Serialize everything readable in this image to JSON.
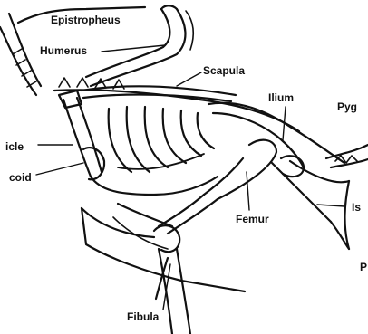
{
  "labels": {
    "epistropheus": "Epistropheus",
    "humerus": "Humerus",
    "scapula": "Scapula",
    "ilium": "Ilium",
    "pygostyle": "Pyg",
    "clavicle": "icle",
    "coracoid": "coid",
    "femur": "Femur",
    "ischium": "Is",
    "pubis": "P",
    "fibula": "Fibula"
  },
  "colors": {
    "ink": "#111111",
    "paper": "#ffffff"
  }
}
